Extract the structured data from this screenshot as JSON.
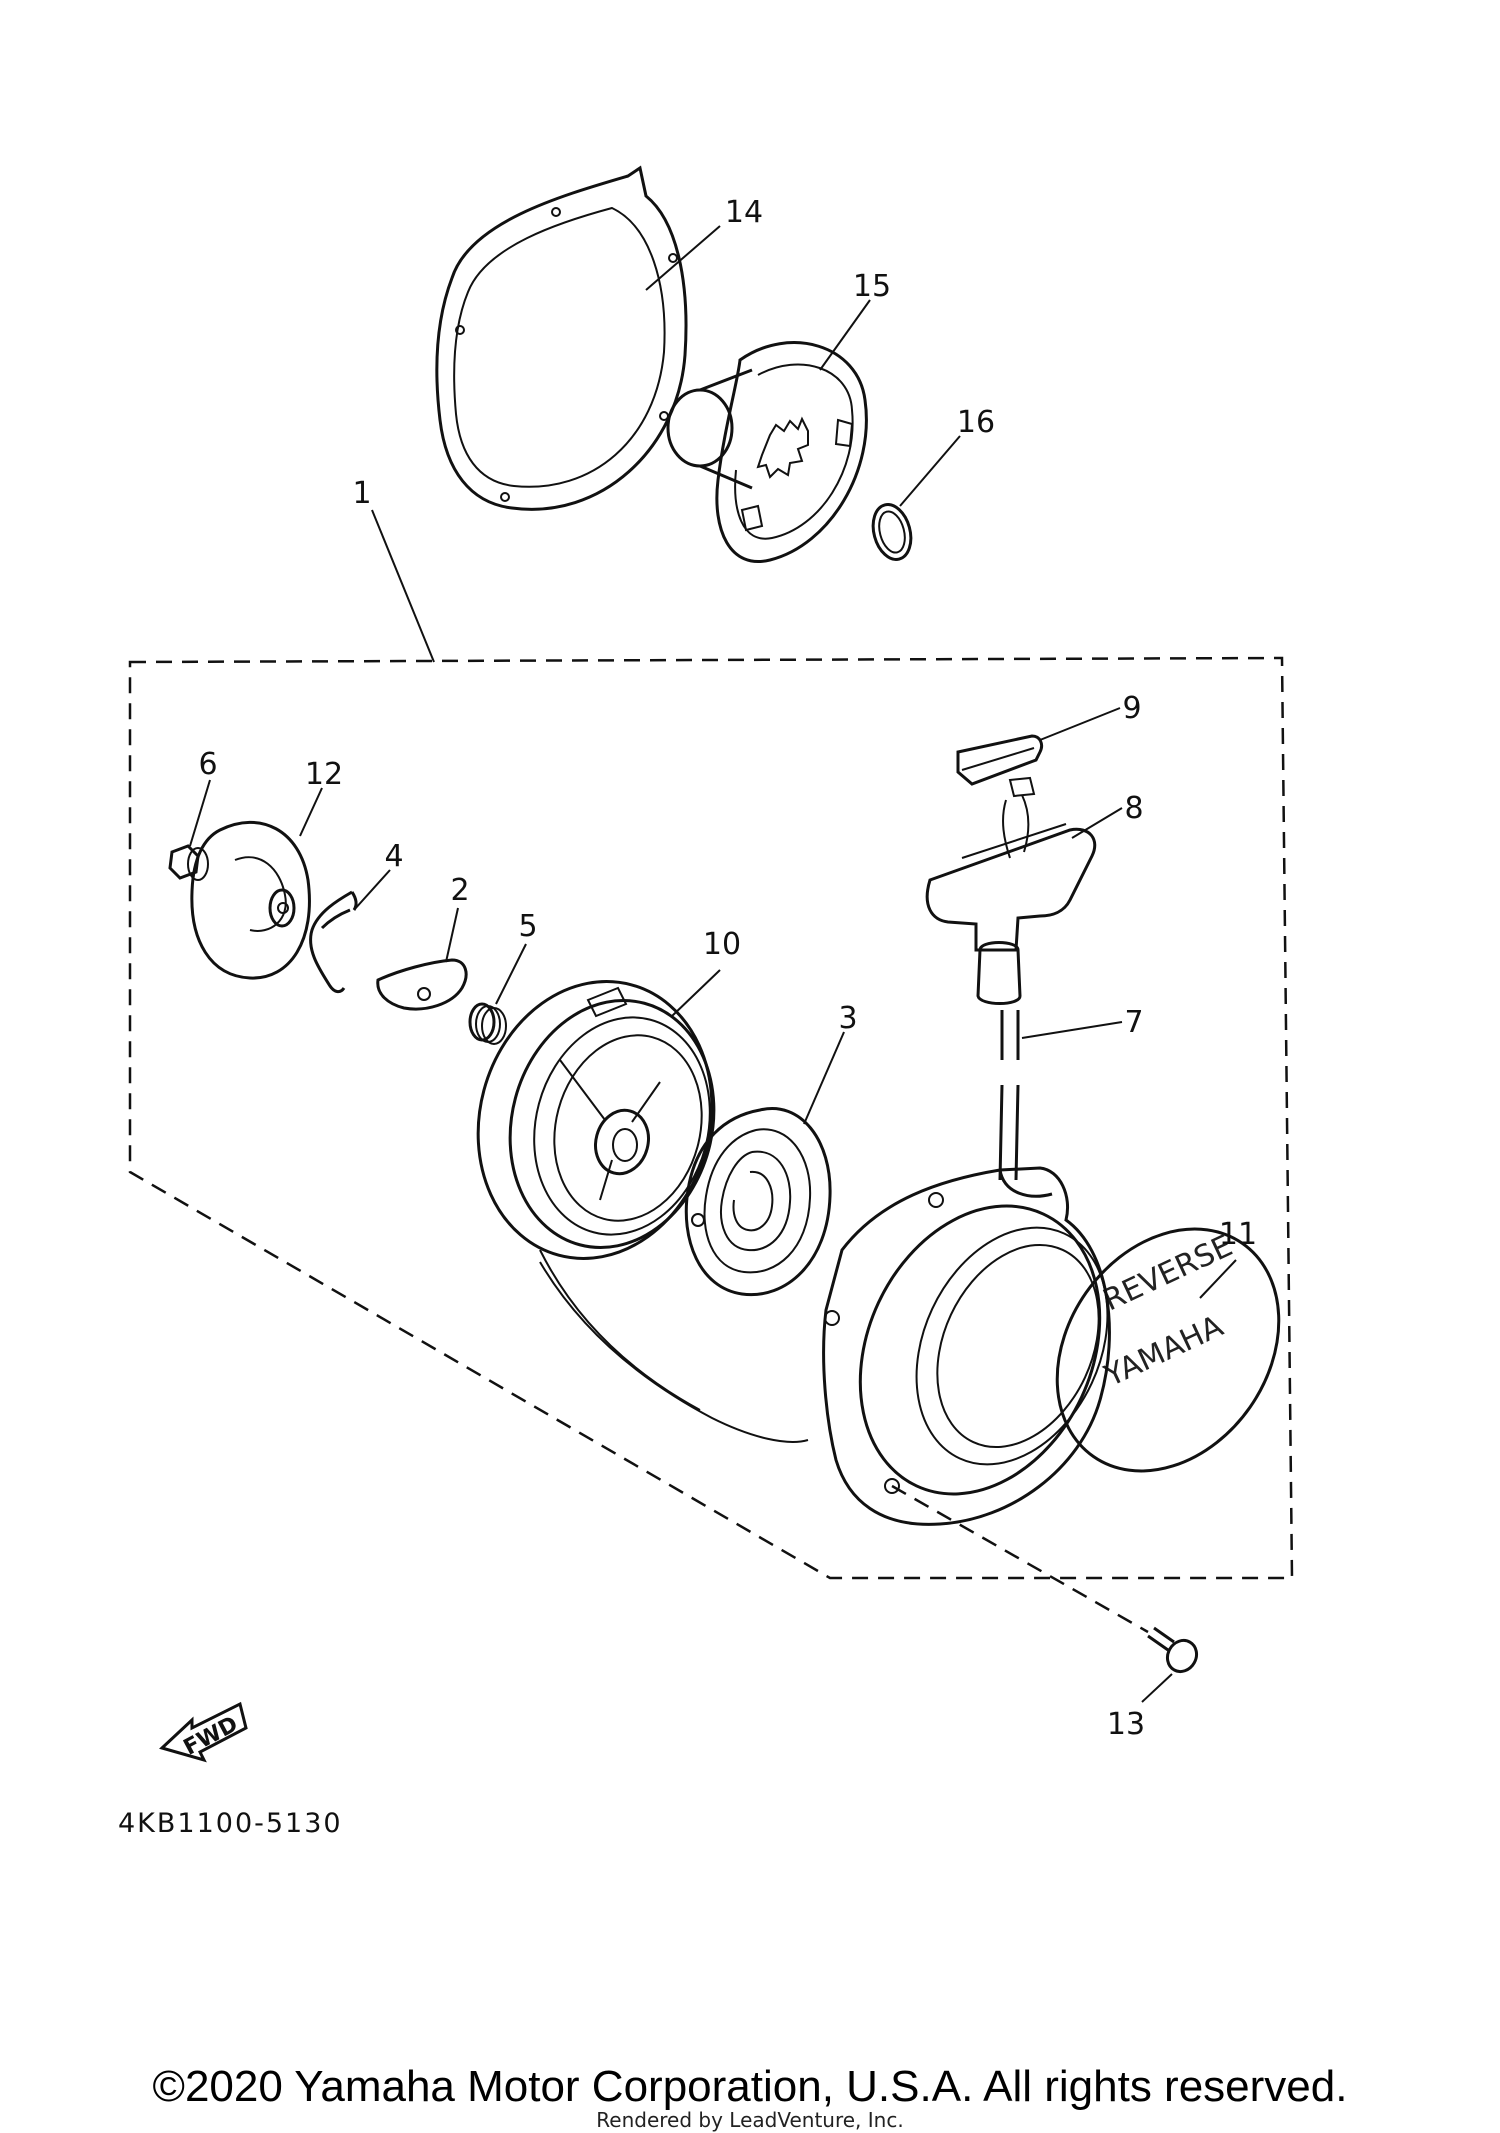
{
  "diagram": {
    "callouts": [
      "1",
      "2",
      "3",
      "4",
      "5",
      "6",
      "7",
      "8",
      "9",
      "10",
      "11",
      "12",
      "13",
      "14",
      "15",
      "16"
    ],
    "part_number": "4KB1100-5130",
    "fwd_label": "FWD",
    "decal_text": "YAMAHA",
    "decal_text_2": "REVERSE"
  },
  "footer": {
    "copyright": "©2020 Yamaha Motor Corporation, U.S.A. All rights reserved.",
    "rendered_by": "Rendered by LeadVenture, Inc."
  }
}
